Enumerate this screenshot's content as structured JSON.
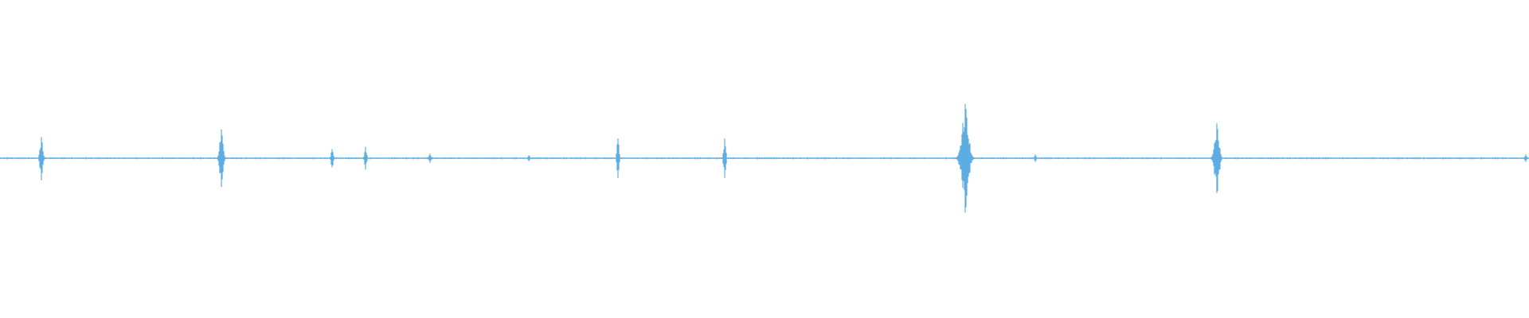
{
  "waveform": {
    "color": "#5dade2",
    "background": "#ffffff",
    "baseline_amplitude": 0.012,
    "peaks": [
      {
        "position": 0.027,
        "amplitude": 0.28
      },
      {
        "position": 0.145,
        "amplitude": 0.38
      },
      {
        "position": 0.217,
        "amplitude": 0.12
      },
      {
        "position": 0.239,
        "amplitude": 0.15
      },
      {
        "position": 0.281,
        "amplitude": 0.06
      },
      {
        "position": 0.346,
        "amplitude": 0.04
      },
      {
        "position": 0.404,
        "amplitude": 0.26
      },
      {
        "position": 0.474,
        "amplitude": 0.26
      },
      {
        "position": 0.631,
        "amplitude": 0.72
      },
      {
        "position": 0.677,
        "amplitude": 0.05
      },
      {
        "position": 0.796,
        "amplitude": 0.46
      },
      {
        "position": 0.998,
        "amplitude": 0.05
      }
    ]
  }
}
